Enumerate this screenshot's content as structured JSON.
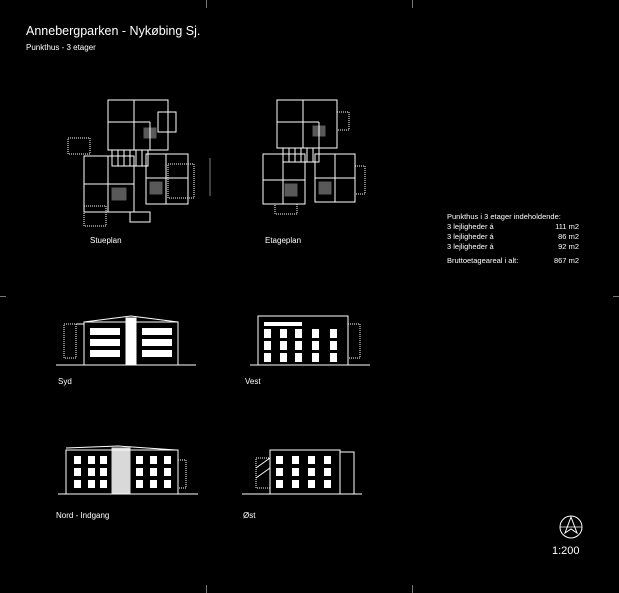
{
  "header": {
    "title": "Annebergparken - Nykøbing Sj.",
    "subtitle": "Punkthus - 3 etager"
  },
  "plans": [
    {
      "id": "stueplan",
      "label": "Stueplan"
    },
    {
      "id": "etageplan",
      "label": "Etageplan"
    }
  ],
  "elevations": [
    {
      "id": "syd",
      "label": "Syd"
    },
    {
      "id": "vest",
      "label": "Vest"
    },
    {
      "id": "nord",
      "label": "Nord - Indgang"
    },
    {
      "id": "ost",
      "label": "Øst"
    }
  ],
  "info": {
    "heading": "Punkthus i 3 etager indeholdende:",
    "rows": [
      {
        "label": "3 lejligheder á",
        "value": "111 m2"
      },
      {
        "label": "3 lejligheder á",
        "value": "86 m2"
      },
      {
        "label": "3 lejligheder á",
        "value": "92 m2"
      }
    ],
    "total_label": "Bruttoetageareal i alt:",
    "total_value": "867 m2"
  },
  "north_arrow": {
    "icon": "north-arrow-icon"
  },
  "scale": "1:200",
  "colors": {
    "background": "#000000",
    "lines": "#ffffff"
  }
}
